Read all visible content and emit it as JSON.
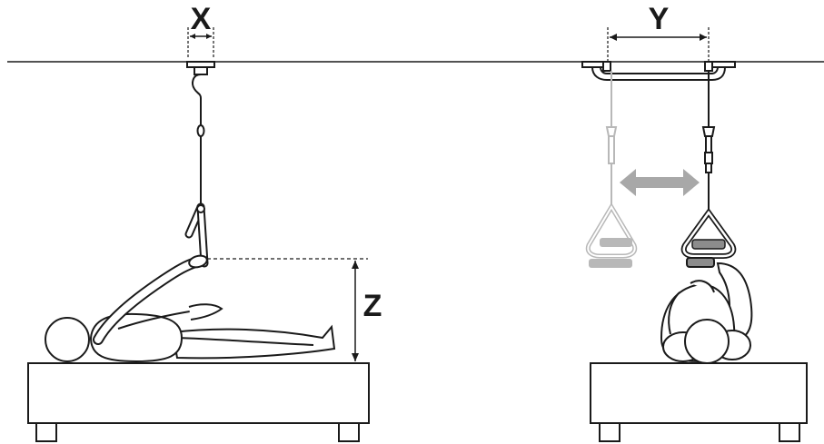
{
  "labels": {
    "x": "X",
    "y": "Y",
    "z": "Z"
  },
  "colors": {
    "line": "#1a1a1a",
    "ghost": "#b8b8b8",
    "fill": "#ffffff",
    "grip": "#8c8c8c",
    "arrow_gray": "#a8a8a8"
  }
}
